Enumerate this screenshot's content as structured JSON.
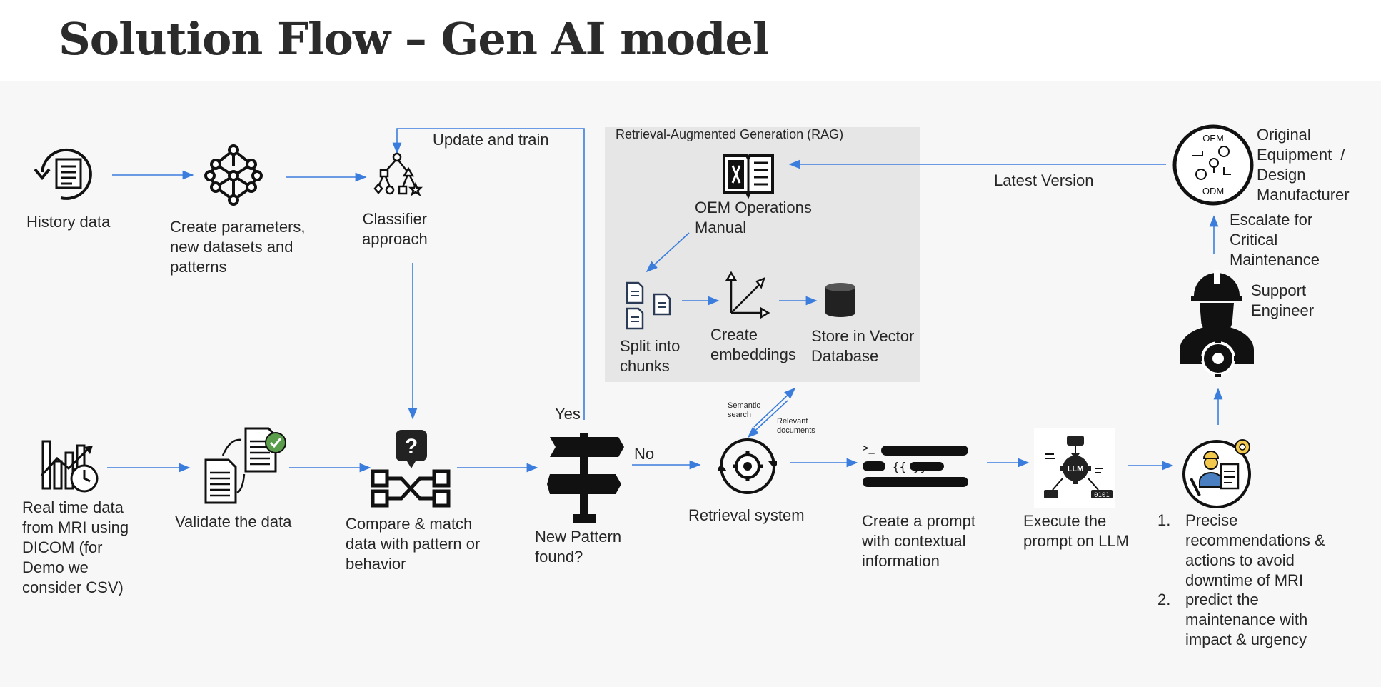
{
  "title": "Solution Flow – Gen AI model",
  "colors": {
    "arrow": "#3b7ddd",
    "icon": "#111111",
    "background": "#f7f7f7",
    "rag_box": "#e6e6e6",
    "check": "#5a9e4b"
  },
  "nodes": {
    "history_data": "History data",
    "create_params": "Create parameters,\nnew datasets and\npatterns",
    "classifier": "Classifier\napproach",
    "rag_title": "Retrieval-Augmented Generation (RAG)",
    "oem_manual": "OEM Operations\nManual",
    "split_chunks": "Split into\nchunks",
    "create_embeddings_1": "Create",
    "create_embeddings_2": "embeddings",
    "store_vector": "Store in Vector\nDatabase",
    "oem_odm": "Original\nEquipment  /\nDesign\nManufacturer",
    "escalate": "Escalate for\nCritical\nMaintenance",
    "support_engineer": "Support\nEngineer",
    "realtime": "Real time data\nfrom MRI using\nDICOM (for\nDemo we\nconsider CSV)",
    "validate": "Validate the data",
    "compare": "Compare & match\ndata with pattern or\nbehavior",
    "new_pattern": "New Pattern\nfound?",
    "retrieval": "Retrieval system",
    "create_prompt": "Create a prompt\nwith contextual\ninformation",
    "execute_prompt": "Execute the\nprompt on LLM",
    "outcome_1_num": "1.",
    "outcome_1": "Precise\nrecommendations &\nactions to avoid\ndowntime of MRI",
    "outcome_2_num": "2.",
    "outcome_2": "predict the\nmaintenance with\nimpact & urgency"
  },
  "edge_labels": {
    "update_train": "Update and train",
    "latest_version": "Latest Version",
    "yes": "Yes",
    "no": "No",
    "semantic_search": "Semantic\nsearch",
    "relevant_docs": "Relevant\ndocuments"
  },
  "icon_text": {
    "oem": "OEM",
    "odm": "ODM",
    "llm": "LLM",
    "question": "?",
    "prompt_prefix": ">_",
    "braces": "{{        }}",
    "binary": "0101"
  },
  "icons": [
    "history-icon",
    "neural-network-icon",
    "classifier-tree-icon",
    "manual-book-icon",
    "documents-icon",
    "axes-icon",
    "database-icon",
    "oem-odm-icon",
    "support-engineer-icon",
    "bar-chart-clock-icon",
    "validate-documents-icon",
    "compare-match-icon",
    "signpost-icon",
    "retrieval-gear-icon",
    "prompt-code-icon",
    "llm-network-icon",
    "engineer-checklist-icon"
  ]
}
